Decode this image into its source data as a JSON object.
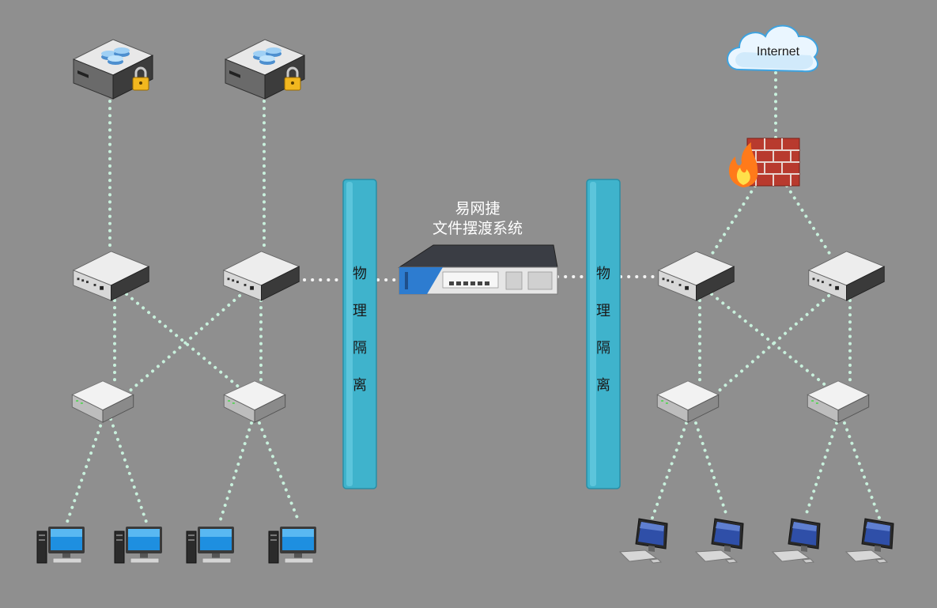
{
  "cloud": {
    "label": "Internet",
    "icon": "cloud-icon"
  },
  "device": {
    "line1": "易网捷",
    "line2": "文件摆渡系统"
  },
  "barriers": [
    {
      "chars": [
        "物",
        "理",
        "隔",
        "离"
      ]
    },
    {
      "chars": [
        "物",
        "理",
        "隔",
        "离"
      ]
    }
  ],
  "colors": {
    "background": "#8f8f8f",
    "barrier": "#3fb3cc",
    "link": "#c8f0dc",
    "firewall": "#b83a2e",
    "monitor_screen": "#1e8fe0"
  },
  "icons": {
    "secure_server": "secure-storage-server-icon",
    "router": "router-icon",
    "switch": "switch-icon",
    "firewall": "firewall-icon",
    "desktop_pc": "desktop-pc-icon",
    "laptop": "workstation-monitor-icon"
  }
}
